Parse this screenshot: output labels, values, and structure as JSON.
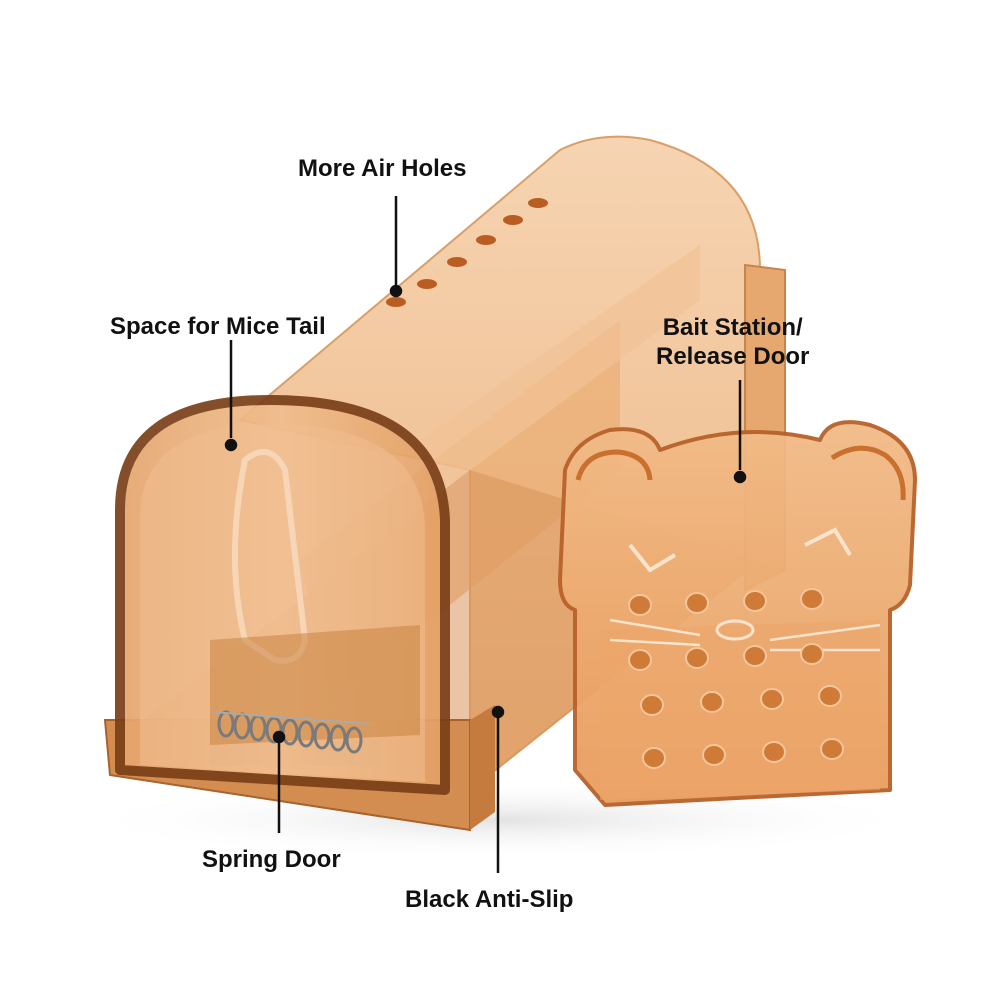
{
  "colors": {
    "plastic": "#e8a86b",
    "plastic_dark": "#b8622a",
    "plastic_edge": "#8a4a1e",
    "hole": "#c76a2c",
    "callout": "#111111",
    "background": "#ffffff"
  },
  "labels": {
    "air_holes": "More Air Holes",
    "tail_space": "Space for Mice Tail",
    "bait_line1": "Bait Station/",
    "bait_line2": "Release Door",
    "spring_door": "Spring Door",
    "anti_slip": "Black Anti-Slip"
  }
}
